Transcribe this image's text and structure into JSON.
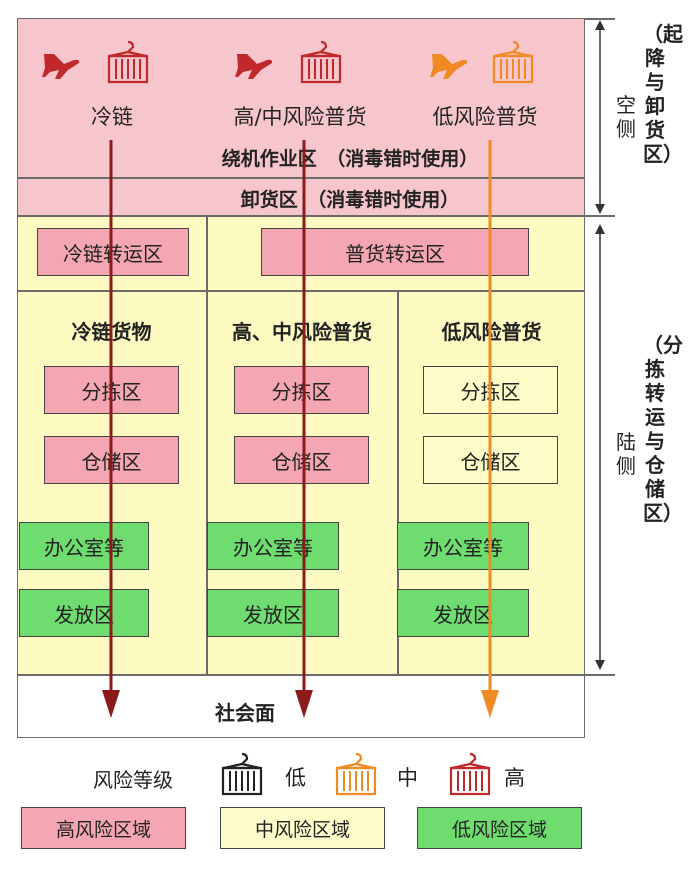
{
  "colors": {
    "high": "#c0282c",
    "medium": "#f08a24",
    "low": "#222222",
    "arrow_dark": "#8b1a1a",
    "arrow_orange": "#f08a24"
  },
  "top": {
    "categories": [
      {
        "label": "冷链",
        "risk": "high"
      },
      {
        "label": "高/中风险普货",
        "risk": "high"
      },
      {
        "label": "低风险普货",
        "risk": "medium"
      }
    ],
    "taxi_area": "绕机作业区　（消毒错时使用）",
    "unload_area": "卸货区　（消毒错时使用）"
  },
  "transfer": {
    "cold": "冷链转运区",
    "general": "普货转运区"
  },
  "columns": [
    {
      "title": "冷链货物",
      "sort": "分拣区",
      "store": "仓储区",
      "office": "办公室等",
      "release": "发放区"
    },
    {
      "title": "高、中风险普货",
      "sort": "分拣区",
      "store": "仓储区",
      "office": "办公室等",
      "release": "发放区"
    },
    {
      "title": "低风险普货",
      "sort": "分拣区",
      "store": "仓储区",
      "office": "办公室等",
      "release": "发放区"
    }
  ],
  "society": "社会面",
  "side": {
    "air_label": "空侧",
    "air_bracket": "（起降与卸货区）",
    "land_label": "陆侧",
    "land_bracket": "（分拣转运与仓储区）"
  },
  "legend": {
    "risk_title": "风险等级",
    "low": "低",
    "medium": "中",
    "high": "高",
    "high_zone": "高风险区域",
    "medium_zone": "中风险区域",
    "low_zone": "低风险区域"
  }
}
